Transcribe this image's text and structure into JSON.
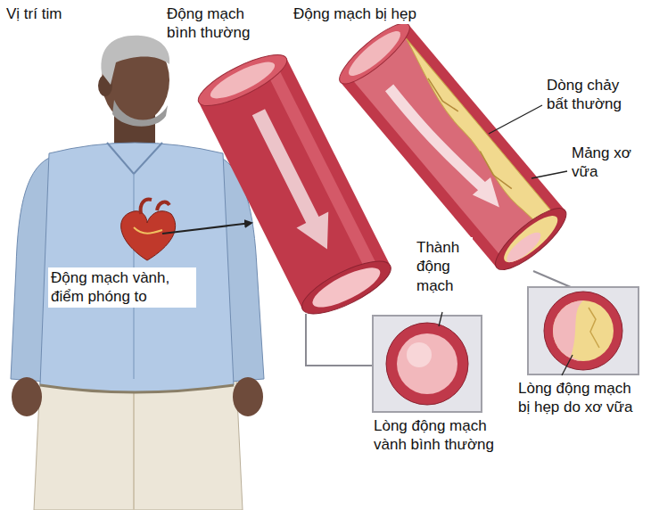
{
  "diagram": {
    "labels": [
      "Vị trí tim",
      "Động mạch bình thường",
      "Động mạch bị hẹp",
      "Dòng chảy bất thường",
      "Mảng xơ vữa",
      "Thành động mạch",
      "Động mạch vành, điểm phóng to",
      "Lòng động mạch vành bình thường",
      "Lòng động mạch bị hẹp do xơ vữa"
    ]
  }
}
